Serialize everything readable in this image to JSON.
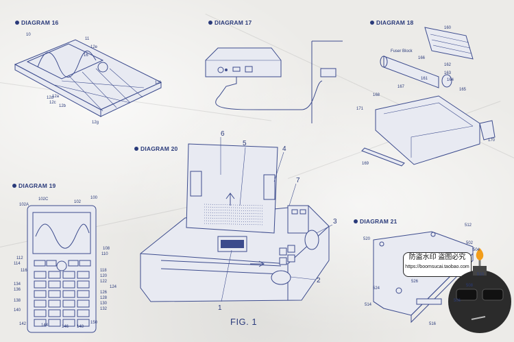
{
  "diagrams": [
    {
      "title": "DIAGRAM 16",
      "labels": [
        "10",
        "11",
        "12e",
        "16",
        "12f",
        "12d",
        "12c",
        "12b",
        "12g",
        "12a"
      ]
    },
    {
      "title": "DIAGRAM 17",
      "labels": []
    },
    {
      "title": "DIAGRAM 18",
      "labels": [
        "160",
        "Fuser Block",
        "161",
        "162",
        "163",
        "164",
        "165",
        "166",
        "167",
        "168",
        "169",
        "170",
        "171"
      ]
    },
    {
      "title": "DIAGRAM 19",
      "labels": [
        "100",
        "102",
        "102A",
        "102C",
        "108",
        "110",
        "112",
        "114",
        "116",
        "118",
        "120",
        "122",
        "124",
        "126",
        "128",
        "130",
        "132",
        "134",
        "136",
        "138",
        "140",
        "142",
        "144",
        "146",
        "148",
        "150"
      ]
    },
    {
      "title": "DIAGRAM 20",
      "labels": [
        "6",
        "5",
        "4",
        "7",
        "3",
        "2",
        "1"
      ],
      "caption": "FIG. 1"
    },
    {
      "title": "DIAGRAM 21",
      "labels": [
        "512",
        "520",
        "502",
        "504",
        "510",
        "508",
        "524",
        "526",
        "506",
        "514",
        "516"
      ]
    }
  ],
  "watermark": {
    "line1": "防盗水印 盗图必究",
    "line2": "https://boomsucai.taobao.com"
  },
  "colors": {
    "ink": "#3b4a8c",
    "paper": "#ecebe8",
    "label": "#2a3a7a"
  }
}
